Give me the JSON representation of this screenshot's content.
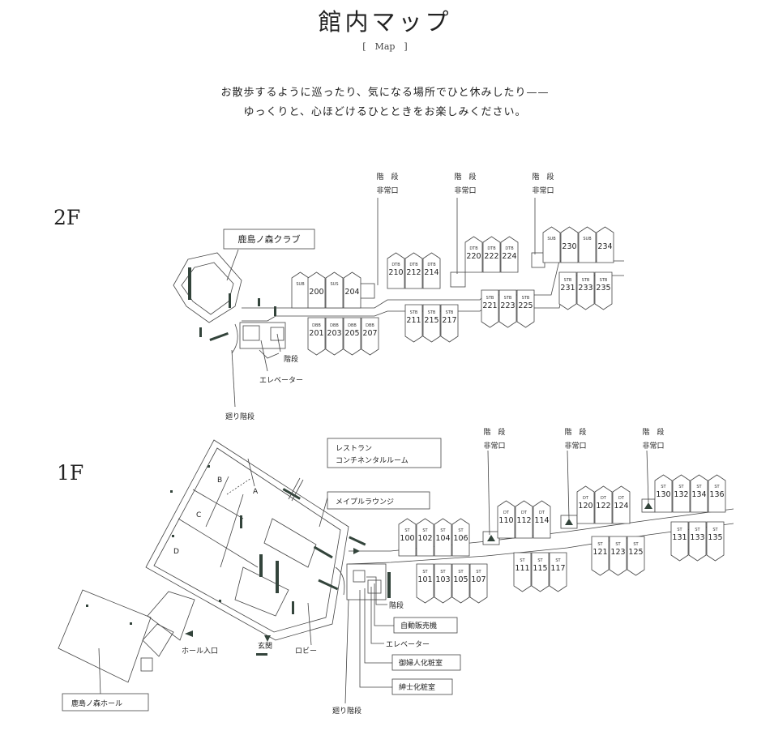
{
  "header": {
    "title": "館内マップ",
    "subtitle": "[　Map　]",
    "intro_lines": [
      "お散歩するように巡ったり、気になる場所でひと休みしたり——",
      "ゆっくりと、心ほどけるひとときをお楽しみください。"
    ]
  },
  "floor2": {
    "label": "2F",
    "club_label": "鹿島ノ森クラブ",
    "stairs_label": "階段",
    "elevator_label": "エレベーター",
    "spiral_label": "廻り階段",
    "exit_top": "階　段",
    "exit_bottom": "非常口",
    "rooms_upper": [
      {
        "type": "SUB",
        "num": ""
      },
      {
        "type": "",
        "num": "200"
      },
      {
        "type": "SUS",
        "num": ""
      },
      {
        "type": "",
        "num": "204"
      },
      {
        "type": "DTB",
        "num": "210"
      },
      {
        "type": "DTB",
        "num": "212"
      },
      {
        "type": "DTB",
        "num": "214"
      },
      {
        "type": "DTB",
        "num": "220"
      },
      {
        "type": "DTB",
        "num": "222"
      },
      {
        "type": "DTB",
        "num": "224"
      },
      {
        "type": "SUB",
        "num": ""
      },
      {
        "type": "",
        "num": "230"
      },
      {
        "type": "SUB",
        "num": ""
      },
      {
        "type": "",
        "num": "234"
      }
    ],
    "rooms_lower": [
      {
        "type": "DBB",
        "num": "201"
      },
      {
        "type": "DBB",
        "num": "203"
      },
      {
        "type": "DBB",
        "num": "205"
      },
      {
        "type": "DBB",
        "num": "207"
      },
      {
        "type": "STB",
        "num": "211"
      },
      {
        "type": "STB",
        "num": "215"
      },
      {
        "type": "STB",
        "num": "217"
      },
      {
        "type": "STB",
        "num": "221"
      },
      {
        "type": "STB",
        "num": "223"
      },
      {
        "type": "STB",
        "num": "225"
      },
      {
        "type": "STB",
        "num": "231"
      },
      {
        "type": "STB",
        "num": "233"
      },
      {
        "type": "STB",
        "num": "235"
      }
    ]
  },
  "floor1": {
    "label": "1F",
    "restaurant_line1": "レストラン",
    "restaurant_line2": "コンチネンタルルーム",
    "lounge_label": "メイプルラウンジ",
    "hall_label": "鹿島ノ森ホール",
    "hall_entrance": "ホール入口",
    "entrance": "玄関",
    "lobby": "ロビー",
    "stairs_label": "階段",
    "vending_label": "自動販売機",
    "elevator_label": "エレベーター",
    "women_label": "御婦人化粧室",
    "men_label": "紳士化粧室",
    "spiral_label": "廻り階段",
    "exit_top": "階　段",
    "exit_bottom": "非常口",
    "sections": [
      "A",
      "B",
      "C",
      "D"
    ],
    "rooms_upper": [
      {
        "type": "ST",
        "num": "100"
      },
      {
        "type": "ST",
        "num": "102"
      },
      {
        "type": "ST",
        "num": "104"
      },
      {
        "type": "ST",
        "num": "106"
      },
      {
        "type": "DT",
        "num": "110"
      },
      {
        "type": "DT",
        "num": "112"
      },
      {
        "type": "DT",
        "num": "114"
      },
      {
        "type": "DT",
        "num": "120"
      },
      {
        "type": "DT",
        "num": "122"
      },
      {
        "type": "DT",
        "num": "124"
      },
      {
        "type": "ST",
        "num": "130"
      },
      {
        "type": "ST",
        "num": "132"
      },
      {
        "type": "ST",
        "num": "134"
      },
      {
        "type": "ST",
        "num": "136"
      }
    ],
    "rooms_lower": [
      {
        "type": "ST",
        "num": "101"
      },
      {
        "type": "ST",
        "num": "103"
      },
      {
        "type": "ST",
        "num": "105"
      },
      {
        "type": "ST",
        "num": "107"
      },
      {
        "type": "ST",
        "num": "111"
      },
      {
        "type": "ST",
        "num": "115"
      },
      {
        "type": "ST",
        "num": "117"
      },
      {
        "type": "ST",
        "num": "121"
      },
      {
        "type": "ST",
        "num": "123"
      },
      {
        "type": "ST",
        "num": "125"
      },
      {
        "type": "ST",
        "num": "131"
      },
      {
        "type": "ST",
        "num": "133"
      },
      {
        "type": "ST",
        "num": "135"
      }
    ]
  }
}
